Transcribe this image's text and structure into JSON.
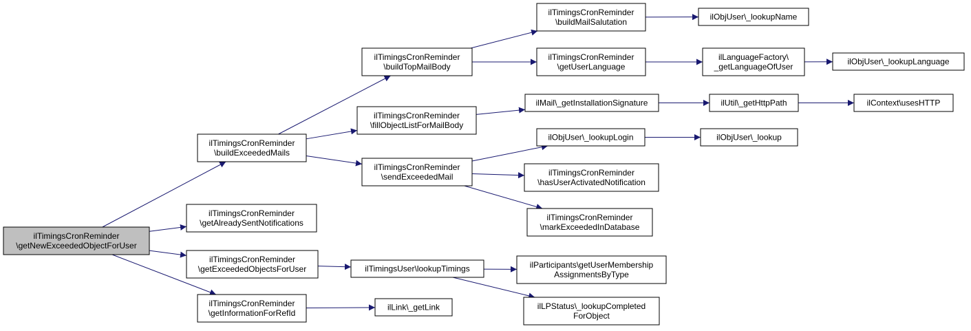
{
  "graph": {
    "edge_color": "#191970",
    "root_fill": "#bfbfbf",
    "nodes": [
      {
        "id": "root",
        "lines": [
          "ilTimingsCronReminder",
          "\\getNewExceededObjectForUser"
        ],
        "root": true
      },
      {
        "id": "buildExceededMails",
        "lines": [
          "ilTimingsCronReminder",
          "\\buildExceededMails"
        ]
      },
      {
        "id": "getAlreadySent",
        "lines": [
          "ilTimingsCronReminder",
          "\\getAlreadySentNotifications"
        ]
      },
      {
        "id": "getExceededObjects",
        "lines": [
          "ilTimingsCronReminder",
          "\\getExceededObjectsForUser"
        ]
      },
      {
        "id": "getInfoForRefId",
        "lines": [
          "ilTimingsCronReminder",
          "\\getInformationForRefId"
        ]
      },
      {
        "id": "buildTopMailBody",
        "lines": [
          "ilTimingsCronReminder",
          "\\buildTopMailBody"
        ]
      },
      {
        "id": "fillObjectList",
        "lines": [
          "ilTimingsCronReminder",
          "\\fillObjectListForMailBody"
        ]
      },
      {
        "id": "sendExceededMail",
        "lines": [
          "ilTimingsCronReminder",
          "\\sendExceededMail"
        ]
      },
      {
        "id": "lookupTimings",
        "lines": [
          "ilTimingsUser\\lookupTimings"
        ]
      },
      {
        "id": "getLink",
        "lines": [
          "ilLink\\_getLink"
        ]
      },
      {
        "id": "buildMailSalutation",
        "lines": [
          "ilTimingsCronReminder",
          "\\buildMailSalutation"
        ]
      },
      {
        "id": "getUserLanguage",
        "lines": [
          "ilTimingsCronReminder",
          "\\getUserLanguage"
        ]
      },
      {
        "id": "getInstallSig",
        "lines": [
          "ilMail\\_getInstallationSignature"
        ]
      },
      {
        "id": "lookupLogin",
        "lines": [
          "ilObjUser\\_lookupLogin"
        ]
      },
      {
        "id": "hasUserActivated",
        "lines": [
          "ilTimingsCronReminder",
          "\\hasUserActivatedNotification"
        ]
      },
      {
        "id": "markExceeded",
        "lines": [
          "ilTimingsCronReminder",
          "\\markExceededInDatabase"
        ]
      },
      {
        "id": "getUserMembership",
        "lines": [
          "ilParticipants\\getUserMembership",
          "AssignmentsByType"
        ]
      },
      {
        "id": "lookupCompleted",
        "lines": [
          "ilLPStatus\\_lookupCompleted",
          "ForObject"
        ]
      },
      {
        "id": "lookupName",
        "lines": [
          "ilObjUser\\_lookupName"
        ]
      },
      {
        "id": "getLanguageOfUser",
        "lines": [
          "ilLanguageFactory\\",
          "_getLanguageOfUser"
        ]
      },
      {
        "id": "getHttpPath",
        "lines": [
          "ilUtil\\_getHttpPath"
        ]
      },
      {
        "id": "lookup",
        "lines": [
          "ilObjUser\\_lookup"
        ]
      },
      {
        "id": "lookupLanguage",
        "lines": [
          "ilObjUser\\_lookupLanguage"
        ]
      },
      {
        "id": "usesHTTP",
        "lines": [
          "ilContext\\usesHTTP"
        ]
      }
    ],
    "edges": [
      [
        "root",
        "buildExceededMails"
      ],
      [
        "root",
        "getAlreadySent"
      ],
      [
        "root",
        "getExceededObjects"
      ],
      [
        "root",
        "getInfoForRefId"
      ],
      [
        "buildExceededMails",
        "buildTopMailBody"
      ],
      [
        "buildExceededMails",
        "fillObjectList"
      ],
      [
        "buildExceededMails",
        "sendExceededMail"
      ],
      [
        "getExceededObjects",
        "lookupTimings"
      ],
      [
        "getInfoForRefId",
        "getLink"
      ],
      [
        "buildTopMailBody",
        "buildMailSalutation"
      ],
      [
        "buildTopMailBody",
        "getUserLanguage"
      ],
      [
        "fillObjectList",
        "getInstallSig"
      ],
      [
        "sendExceededMail",
        "lookupLogin"
      ],
      [
        "sendExceededMail",
        "hasUserActivated"
      ],
      [
        "sendExceededMail",
        "markExceeded"
      ],
      [
        "lookupTimings",
        "getUserMembership"
      ],
      [
        "lookupTimings",
        "lookupCompleted"
      ],
      [
        "buildMailSalutation",
        "lookupName"
      ],
      [
        "getUserLanguage",
        "getLanguageOfUser"
      ],
      [
        "getInstallSig",
        "getHttpPath"
      ],
      [
        "lookupLogin",
        "lookup"
      ],
      [
        "getLanguageOfUser",
        "lookupLanguage"
      ],
      [
        "getHttpPath",
        "usesHTTP"
      ]
    ]
  }
}
